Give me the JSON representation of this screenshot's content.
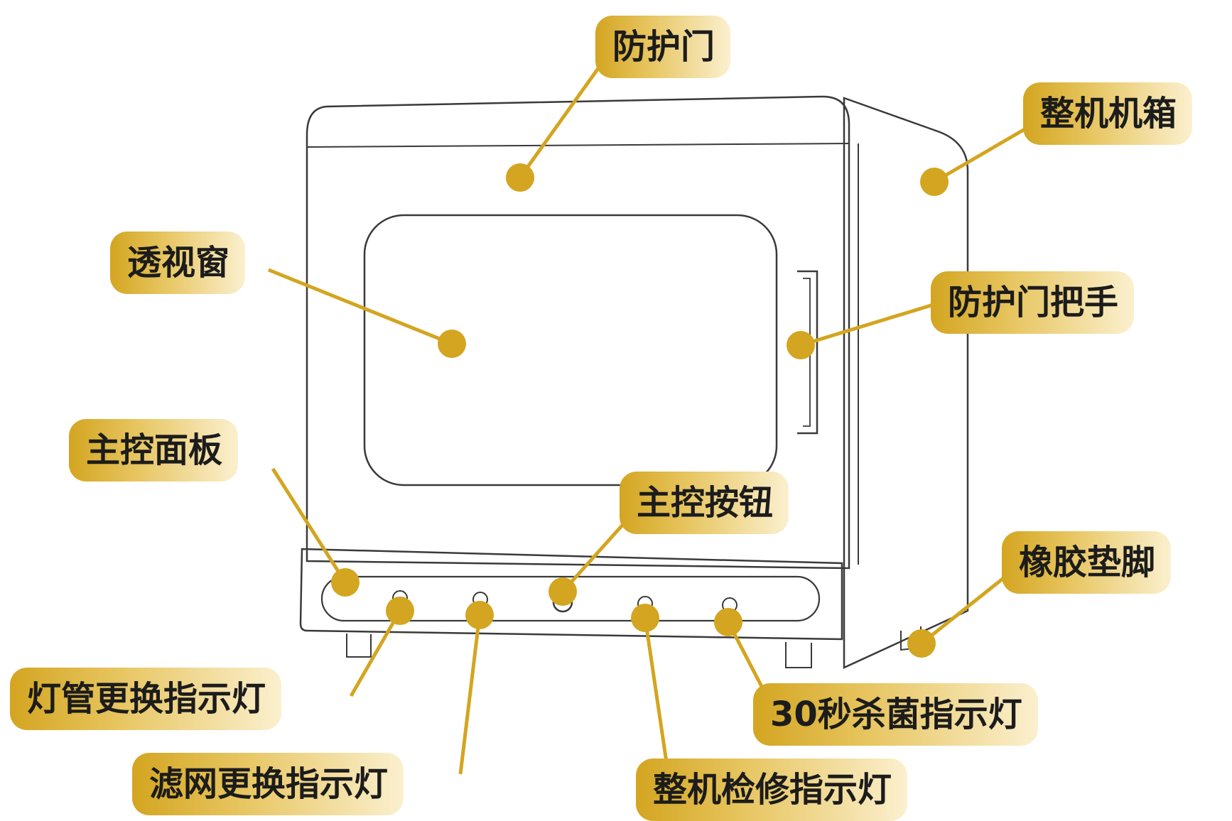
{
  "diagram": {
    "accent_color": "#d3a520",
    "labels": {
      "door": "防护门",
      "cabinet": "整机机箱",
      "window": "透视窗",
      "handle": "防护门把手",
      "panel": "主控面板",
      "main_button": "主控按钮",
      "feet": "橡胶垫脚",
      "lamp_indicator": "灯管更换指示灯",
      "filter_indicator": "滤网更换指示灯",
      "maintenance_indicator": "整机检修指示灯",
      "sterilize_indicator": "30秒杀菌指示灯"
    }
  }
}
